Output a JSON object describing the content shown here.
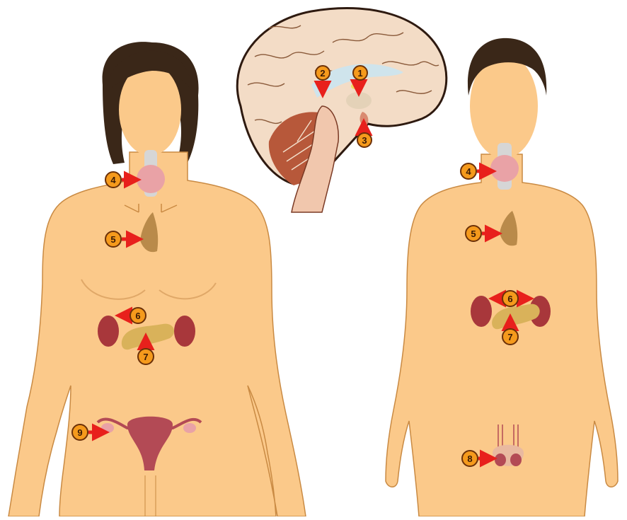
{
  "markers": [
    {
      "id": "1"
    },
    {
      "id": "2"
    },
    {
      "id": "3"
    },
    {
      "id": "4"
    },
    {
      "id": "5"
    },
    {
      "id": "6"
    },
    {
      "id": "7"
    },
    {
      "id": "8"
    },
    {
      "id": "9"
    }
  ],
  "colors": {
    "skin": "#fbc98a",
    "skin_outline": "#c98a43",
    "hair": "#3a2718",
    "brain": "#f3dcc6",
    "brain_outline": "#2e1a10",
    "cerebellum": "#b7583a",
    "marker_fill": "#f59a1c",
    "marker_ring": "#6b3008",
    "arrow": "#e8201c",
    "thyroid": "#e9a2a6",
    "kidney": "#a8373b",
    "pancreas": "#d9b25a",
    "uterus": "#b34a55"
  }
}
